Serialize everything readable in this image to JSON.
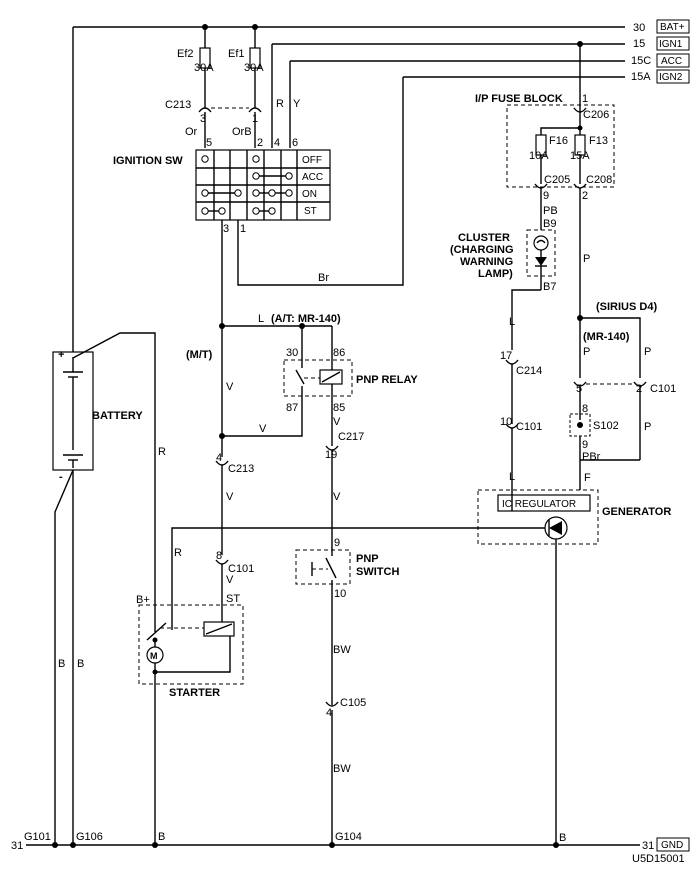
{
  "terminals": {
    "bat_num": "30",
    "bat_box": "BAT+",
    "ign1_num": "15",
    "ign1_box": "IGN1",
    "acc_num": "15C",
    "acc_box": "ACC",
    "ign2_num": "15A",
    "ign2_box": "IGN2",
    "gnd_num": "31",
    "gnd_box": "GND",
    "gnd_left_num": "31"
  },
  "fuses": {
    "ef2_name": "Ef2",
    "ef2_rating": "30A",
    "ef1_name": "Ef1",
    "ef1_rating": "30A",
    "f16_name": "F16",
    "f16_rating": "10A",
    "f13_name": "F13",
    "f13_rating": "15A"
  },
  "ignition_switch": {
    "title": "IGNITION SW",
    "positions": [
      "OFF",
      "ACC",
      "ON",
      "ST"
    ],
    "pin_5": "5",
    "pin_2": "2",
    "pin_4": "4",
    "pin_6": "6",
    "pin_3": "3",
    "pin_1": "1",
    "conn": "C213",
    "conn_pin_3": "3",
    "conn_pin_1": "1"
  },
  "wire_colors": {
    "or": "Or",
    "orb": "OrB",
    "r_top": "R",
    "y_top": "Y",
    "br": "Br",
    "l_top": "L",
    "v1": "V",
    "v2": "V",
    "v3": "V",
    "v4": "V",
    "v5": "V",
    "r_batt": "R",
    "r_starter": "R",
    "b1": "B",
    "b2": "B",
    "b3": "B",
    "b4": "B",
    "bw1": "BW",
    "bw2": "BW",
    "pb": "PB",
    "p1": "P",
    "p2": "P",
    "p3": "P",
    "p4": "P",
    "l1": "L",
    "l2": "L",
    "pbr": "PBr",
    "f": "F"
  },
  "fuse_block": {
    "title": "I/P FUSE BLOCK",
    "pin_top": "1",
    "conn_top": "C206",
    "conn_left": "C205",
    "conn_right": "C208",
    "pin_9": "9",
    "pin_2": "2"
  },
  "cluster": {
    "line1": "CLUSTER",
    "line2": "(CHARGING",
    "line3": "WARNING",
    "line4": "LAMP)",
    "pin_b9": "B9",
    "pin_b7": "B7"
  },
  "relay": {
    "title": "PNP RELAY",
    "note": "(A/T: MR-140)",
    "pin_30": "30",
    "pin_86": "86",
    "pin_87": "87",
    "pin_85": "85"
  },
  "mt_label": "(M/T)",
  "connectors": {
    "c217": "C217",
    "c217_pin": "19",
    "c213b": "C213",
    "c213b_pin": "4",
    "c101a": "C101",
    "c101a_pin": "8",
    "c214": "C214",
    "c214_pin": "17",
    "c101b": "C101",
    "c101b_pin": "10",
    "c101c": "C101",
    "c101c_pin5": "5",
    "c101c_pin2": "2",
    "s102": "S102",
    "s102_pin8": "8",
    "s102_pin9": "9",
    "c105": "C105",
    "c105_pin": "4"
  },
  "variants": {
    "sirius": "(SIRIUS D4)",
    "mr140": "(MR-140)"
  },
  "battery": {
    "title": "BATTERY",
    "plus": "+",
    "minus": "-"
  },
  "pnp_switch": {
    "line1": "PNP",
    "line2": "SWITCH",
    "pin_9": "9",
    "pin_10": "10"
  },
  "generator": {
    "title": "GENERATOR",
    "regulator": "IC REGULATOR"
  },
  "starter": {
    "title": "STARTER",
    "b_plus": "B+",
    "st": "ST",
    "motor": "M"
  },
  "grounds": {
    "g101": "G101",
    "g106": "G106",
    "g104": "G104"
  },
  "doc_code": "U5D15001"
}
